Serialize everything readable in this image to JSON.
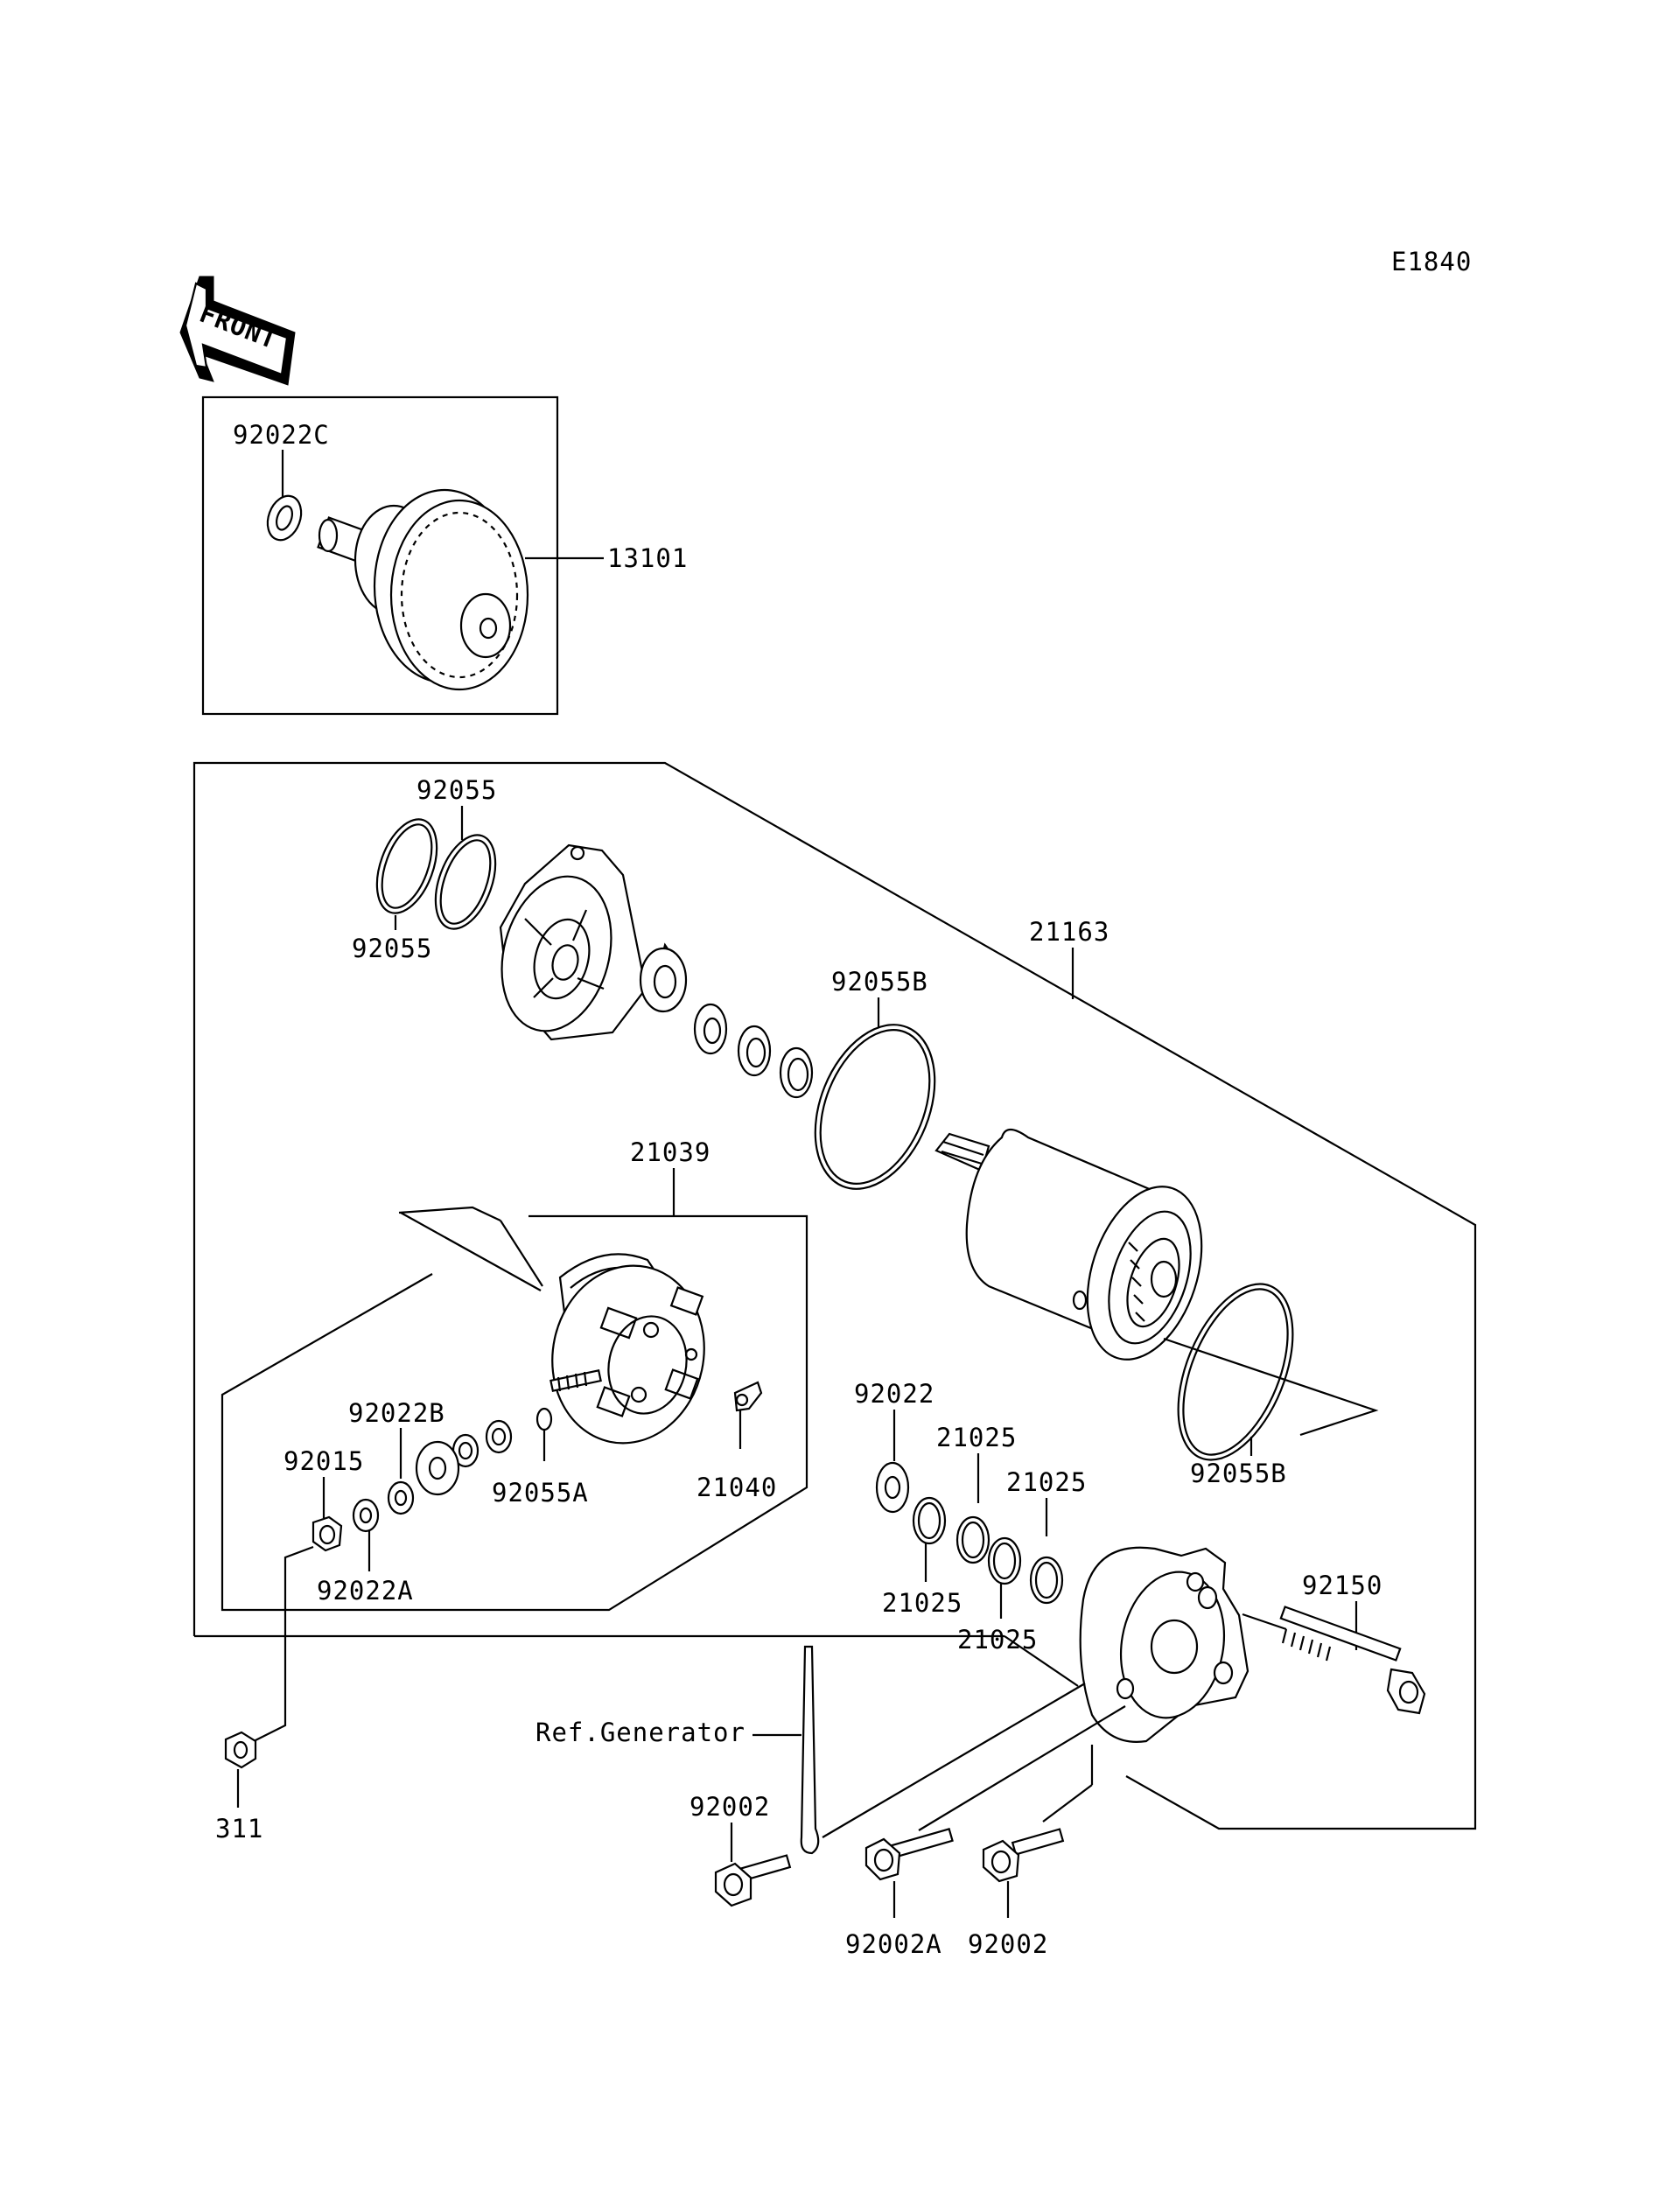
{
  "diagram": {
    "code": "E1840",
    "front_label": "FRONT",
    "ref_label": "Ref.Generator",
    "callouts": {
      "c92022C": "92022C",
      "c13101": "13101",
      "c92055_top": "92055",
      "c92055_bottom": "92055",
      "c21163": "21163",
      "c92055B_top": "92055B",
      "c21039": "21039",
      "c92022B": "92022B",
      "c92015": "92015",
      "c92055A": "92055A",
      "c21040": "21040",
      "c92022A": "92022A",
      "c92022": "92022",
      "c21025_a": "21025",
      "c21025_b": "21025",
      "c21025_c": "21025",
      "c21025_d": "21025",
      "c92055B_bottom": "92055B",
      "c92150": "92150",
      "c311": "311",
      "c92002_left": "92002",
      "c92002A": "92002A",
      "c92002_right": "92002"
    }
  }
}
